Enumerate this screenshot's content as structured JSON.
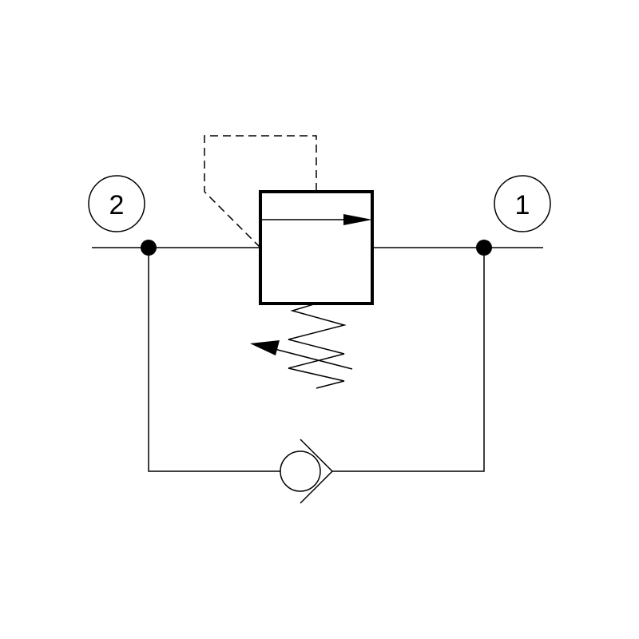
{
  "diagram": {
    "ports": [
      {
        "id": "port-2",
        "label": "2"
      },
      {
        "id": "port-1",
        "label": "1"
      }
    ],
    "colors": {
      "stroke": "#000000",
      "background": "#ffffff"
    }
  }
}
